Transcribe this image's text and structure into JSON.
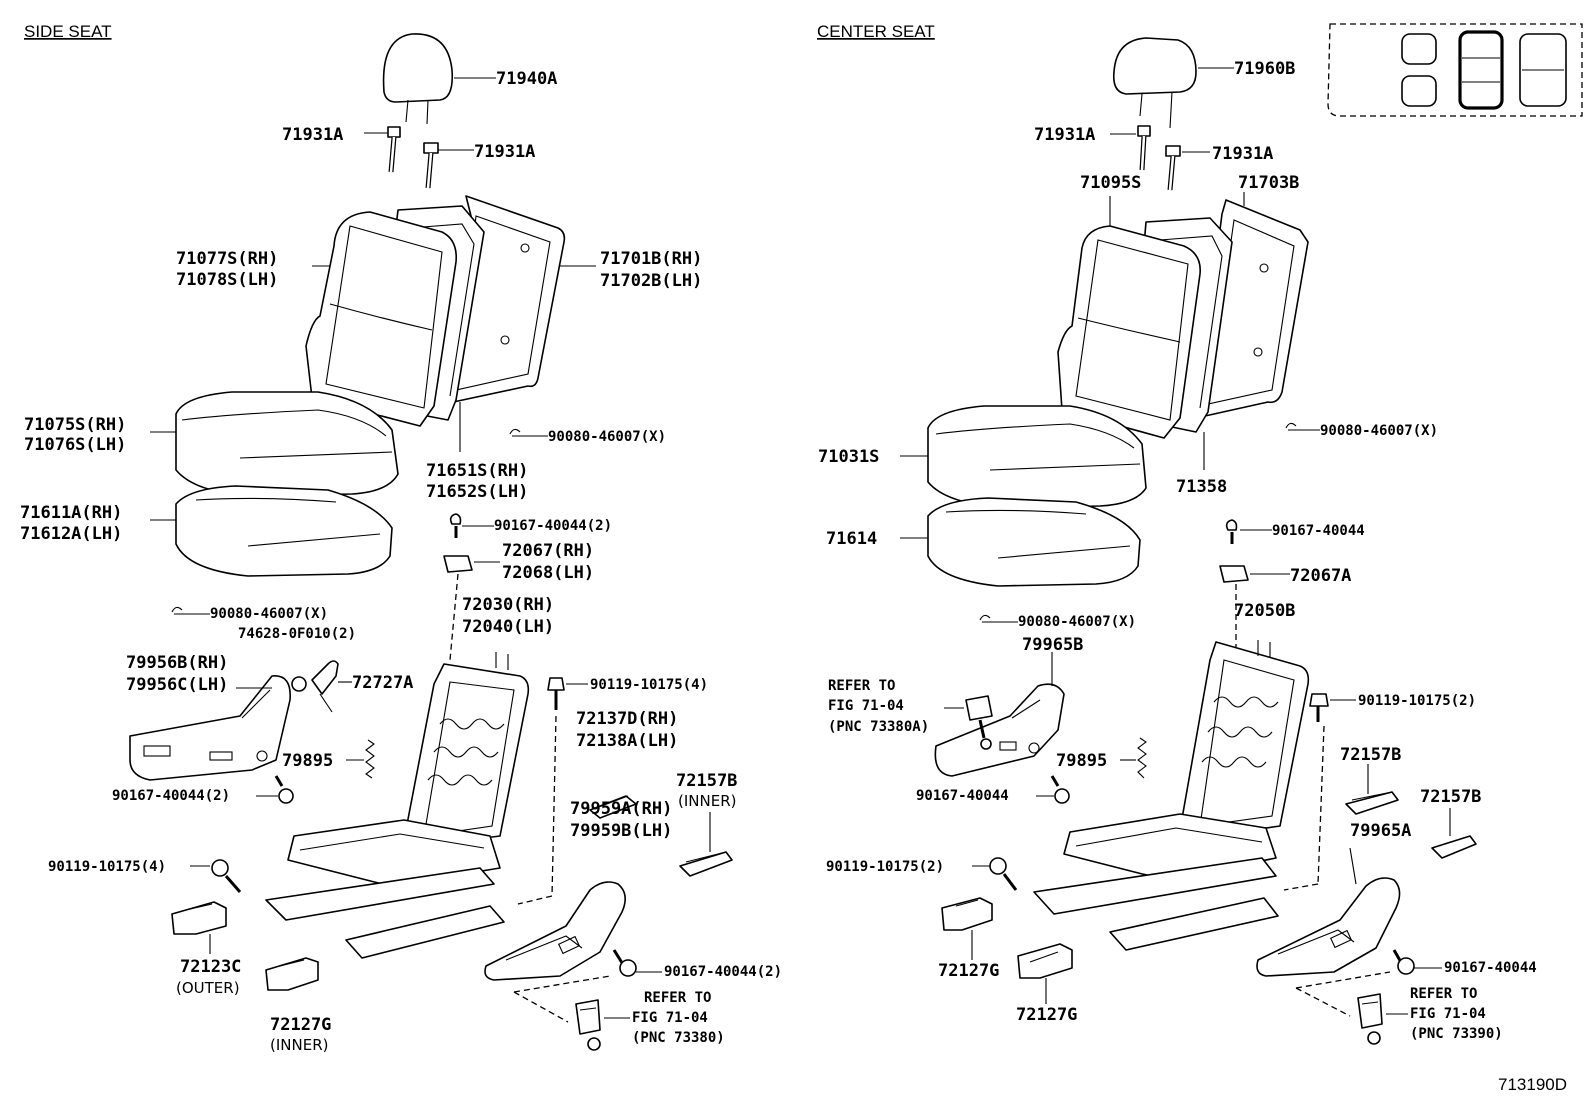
{
  "figure_id": "713190D",
  "side_seat": {
    "title": "SIDE SEAT",
    "labels": {
      "headrest": "71940A",
      "support_left": "71931A",
      "support_right": "71931A",
      "back_cover_rh": "71077S(RH)",
      "back_cover_lh": "71078S(LH)",
      "back_board_rh": "71701B(RH)",
      "back_board_lh": "71702B(LH)",
      "cushion_cover_rh": "71075S(RH)",
      "cushion_cover_lh": "71076S(LH)",
      "hog_ring_back": "90080-46007(X)",
      "back_pad_rh": "71651S(RH)",
      "back_pad_lh": "71652S(LH)",
      "cushion_pad_rh": "71611A(RH)",
      "cushion_pad_lh": "71612A(LH)",
      "screw_top": "90167-40044(2)",
      "cover_top_rh": "72067(RH)",
      "cover_top_lh": "72068(LH)",
      "hog_ring_cushion": "90080-46007(X)",
      "frame_rh": "72030(RH)",
      "frame_lh": "72040(LH)",
      "bolt_74628": "74628-0F010(2)",
      "panel_rh": "79956B(RH)",
      "panel_lh": "79956C(LH)",
      "lever": "72727A",
      "bolt_frame": "90119-10175(4)",
      "cover_rh": "72137D(RH)",
      "cover_lh": "72138A(LH)",
      "spring": "79895",
      "screw_panel": "90167-40044(2)",
      "cover_inner": "72157B",
      "cover_inner_note": "(INNER)",
      "shield_rh": "79959A(RH)",
      "shield_lh": "79959B(LH)",
      "bolt_rail": "90119-10175(4)",
      "cover_outer": "72123C",
      "cover_outer_note": "(OUTER)",
      "screw_shield": "90167-40044(2)",
      "refer_1": "REFER TO",
      "refer_2": "FIG 71-04",
      "refer_3": "(PNC 73380)",
      "cover_inner2": "72127G",
      "cover_inner2_note": "(INNER)"
    }
  },
  "center_seat": {
    "title": "CENTER SEAT",
    "labels": {
      "headrest": "71960B",
      "support_left": "71931A",
      "support_right": "71931A",
      "back_cover": "71095S",
      "back_board": "71703B",
      "cushion_cover": "71031S",
      "hog_ring_back": "90080-46007(X)",
      "back_pad": "71358",
      "cushion_pad": "71614",
      "screw_top": "90167-40044",
      "cover_top": "72067A",
      "hog_ring_cushion": "90080-46007(X)",
      "frame": "72050B",
      "shield": "79965B",
      "refer_1": "REFER TO",
      "refer_2": "FIG 71-04",
      "refer_3": "(PNC 73380A)",
      "bolt_frame": "90119-10175(2)",
      "spring": "79895",
      "cover_b": "72157B",
      "screw_panel": "90167-40044",
      "cover_b2": "72157B",
      "shield_a": "79965A",
      "bolt_rail": "90119-10175(2)",
      "cover_g1": "72127G",
      "screw_shield": "90167-40044",
      "refer2_1": "REFER TO",
      "refer2_2": "FIG 71-04",
      "refer2_3": "(PNC 73390)",
      "cover_g2": "72127G"
    }
  },
  "colors": {
    "ink": "#000000",
    "paper": "#ffffff"
  }
}
